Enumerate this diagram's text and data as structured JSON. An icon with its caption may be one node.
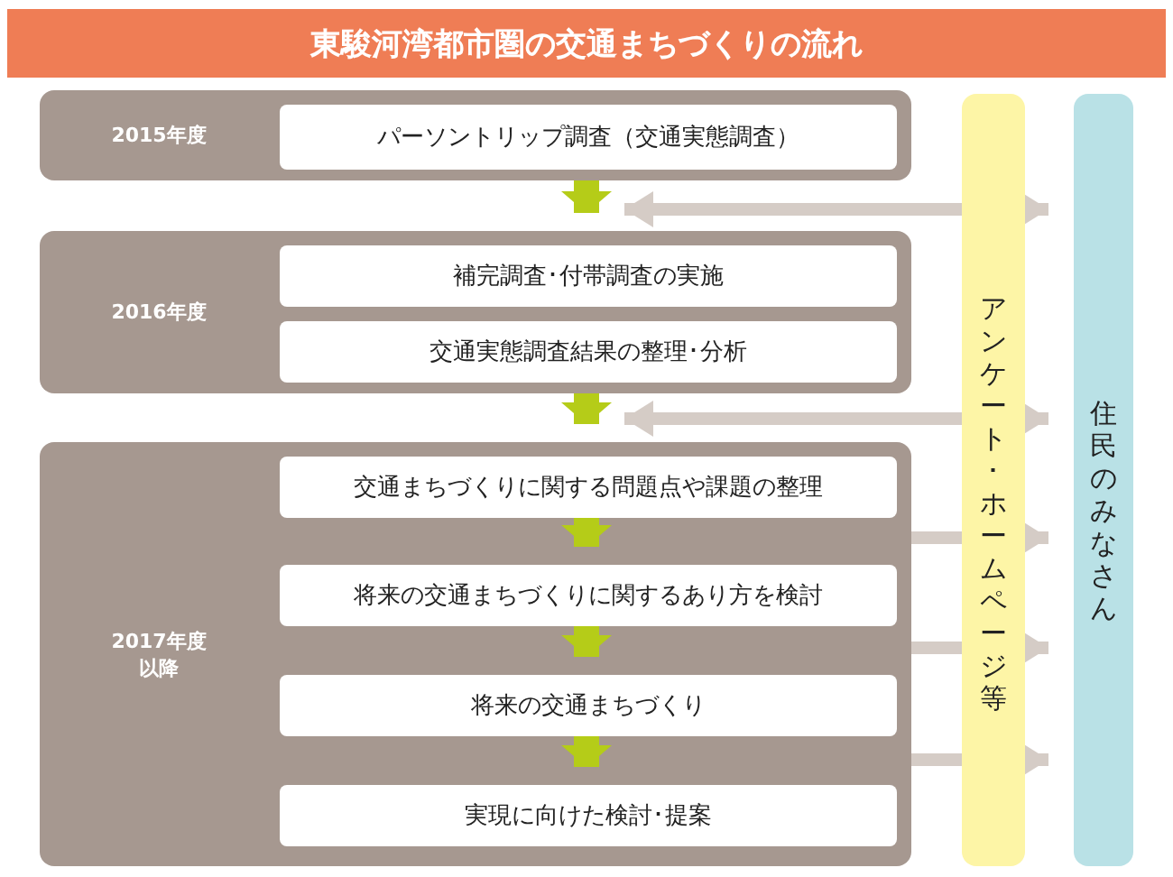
{
  "diagram": {
    "title": "東駿河湾都市圏の交通まちづくりの流れ",
    "nodes": [
      {
        "text": [
          "2015年度"
        ]
      },
      {
        "text": [
          "パーソントリップ調査（交通実態調査）"
        ],
        "in": 0
      },
      {
        "text": [
          "2016年度"
        ]
      },
      {
        "text": [
          "補完調査･付帯調査の実施"
        ],
        "in": 2
      },
      {
        "text": [
          "交通実態調査結果の整理･分析"
        ],
        "in": 2
      },
      {
        "text": [
          "2017年度以降"
        ]
      },
      {
        "text": [
          "交通まちづくりに関する問題点や課題の整理"
        ],
        "in": 5
      },
      {
        "text": [
          "将来の交通まちづくりに関するあり方を検討"
        ],
        "in": 5
      },
      {
        "text": [
          "将来の交通まちづくり"
        ],
        "in": 5
      },
      {
        "text": [
          "実現に向けた検討･提案"
        ],
        "in": 5
      },
      {
        "text": [
          "アンケート･ホームページ等"
        ]
      },
      {
        "text": [
          "住民のみなさん"
        ]
      }
    ],
    "edges": [
      {
        "from": 0,
        "to": 2,
        "arrow": "to",
        "style": "thick",
        "color": "#b5cc18"
      },
      {
        "from": 10,
        "to": 3,
        "arrow": "to",
        "color": "#d5ccc6"
      },
      {
        "from": 10,
        "to": 11,
        "arrow": "to",
        "color": "#d5ccc6"
      },
      {
        "from": 2,
        "to": 5,
        "arrow": "to",
        "style": "thick",
        "color": "#b5cc18"
      },
      {
        "from": 10,
        "to": 4,
        "arrow": "to",
        "color": "#d5ccc6"
      },
      {
        "from": 10,
        "to": 11,
        "arrow": "to",
        "color": "#d5ccc6"
      },
      {
        "from": 6,
        "to": 7,
        "arrow": "to",
        "style": "thick",
        "color": "#b5cc18"
      },
      {
        "from": 10,
        "to": 6,
        "arrow": "to",
        "color": "#d5ccc6"
      },
      {
        "from": 10,
        "to": 11,
        "arrow": "to",
        "color": "#d5ccc6"
      },
      {
        "from": 7,
        "to": 8,
        "arrow": "to",
        "style": "thick",
        "color": "#b5cc18"
      },
      {
        "from": 10,
        "to": 7,
        "arrow": "to",
        "color": "#d5ccc6"
      },
      {
        "from": 10,
        "to": 11,
        "arrow": "to",
        "color": "#d5ccc6"
      },
      {
        "from": 8,
        "to": 9,
        "arrow": "to",
        "style": "thick",
        "color": "#b5cc18"
      },
      {
        "from": 10,
        "to": 8,
        "arrow": "to",
        "color": "#d5ccc6"
      },
      {
        "from": 10,
        "to": 11,
        "arrow": "to",
        "color": "#d5ccc6"
      }
    ]
  }
}
